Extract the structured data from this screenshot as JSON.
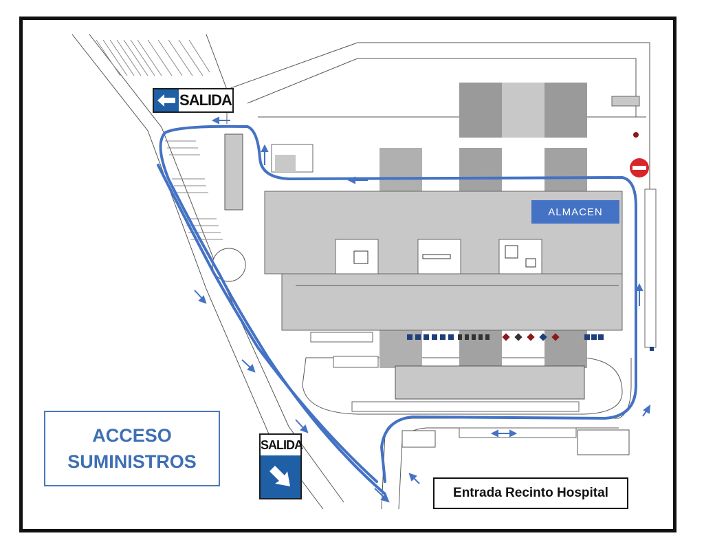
{
  "labels": {
    "acceso_line1": "ACCESO",
    "acceso_line2": "SUMINISTROS",
    "entrada": "Entrada Recinto Hospital",
    "almacen": "ALMACEN",
    "salida_top": "SALIDA",
    "salida_bottom": "SALIDA"
  },
  "icons": {
    "salida_top_arrow": "arrow-left-icon",
    "salida_bottom_arrow": "arrow-down-right-icon",
    "no_entry": "no-entry-icon"
  },
  "colors": {
    "route": "#4472c4",
    "sign_blue": "#1f5fa6",
    "no_entry_red": "#d9242b",
    "building_gray": "#c8c8c8",
    "shade_gray": "#9a9a9a",
    "label_blue": "#3d6fb3"
  }
}
